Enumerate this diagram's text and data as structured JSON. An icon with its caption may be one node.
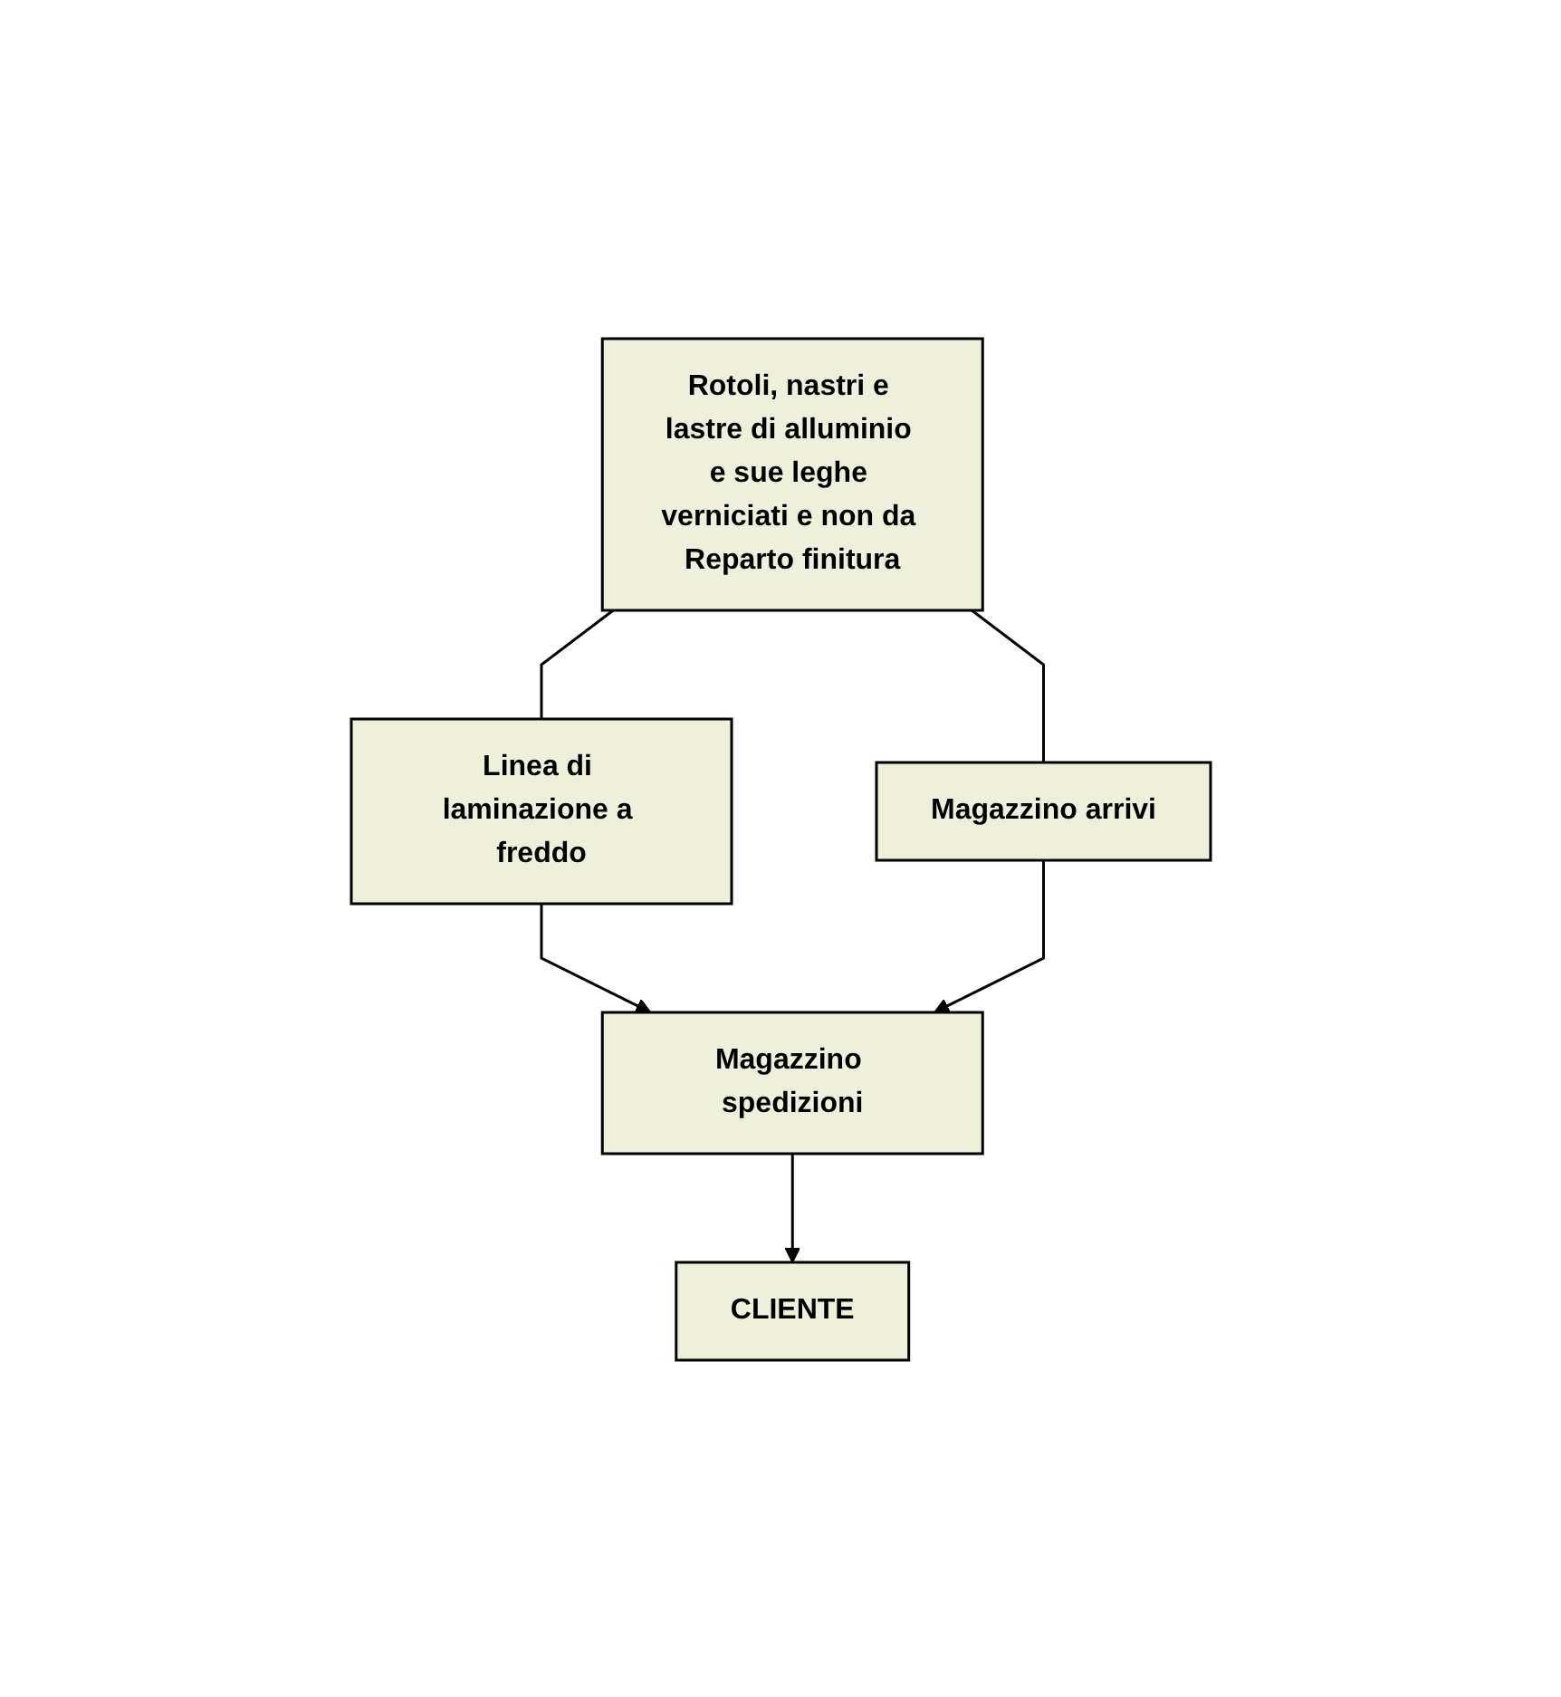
{
  "diagram": {
    "nodes": [
      {
        "text": [
          "Rotoli, nastri e lastre di alluminio e sue leghe verniciati e non da Reparto finitura"
        ]
      },
      {
        "text": [
          "Linea di laminazione a freddo"
        ]
      },
      {
        "text": [
          "Magazzino arrivi"
        ]
      },
      {
        "text": [
          "Magazzino spedizioni"
        ]
      },
      {
        "text": [
          "CLIENTE"
        ]
      }
    ],
    "edges": [
      {
        "from": 0,
        "to": 1,
        "arrow": "none"
      },
      {
        "from": 0,
        "to": 2,
        "arrow": "none"
      },
      {
        "from": 1,
        "to": 3,
        "arrow": "to"
      },
      {
        "from": 2,
        "to": 3,
        "arrow": "to"
      },
      {
        "from": 3,
        "to": 4,
        "arrow": "to"
      }
    ]
  }
}
